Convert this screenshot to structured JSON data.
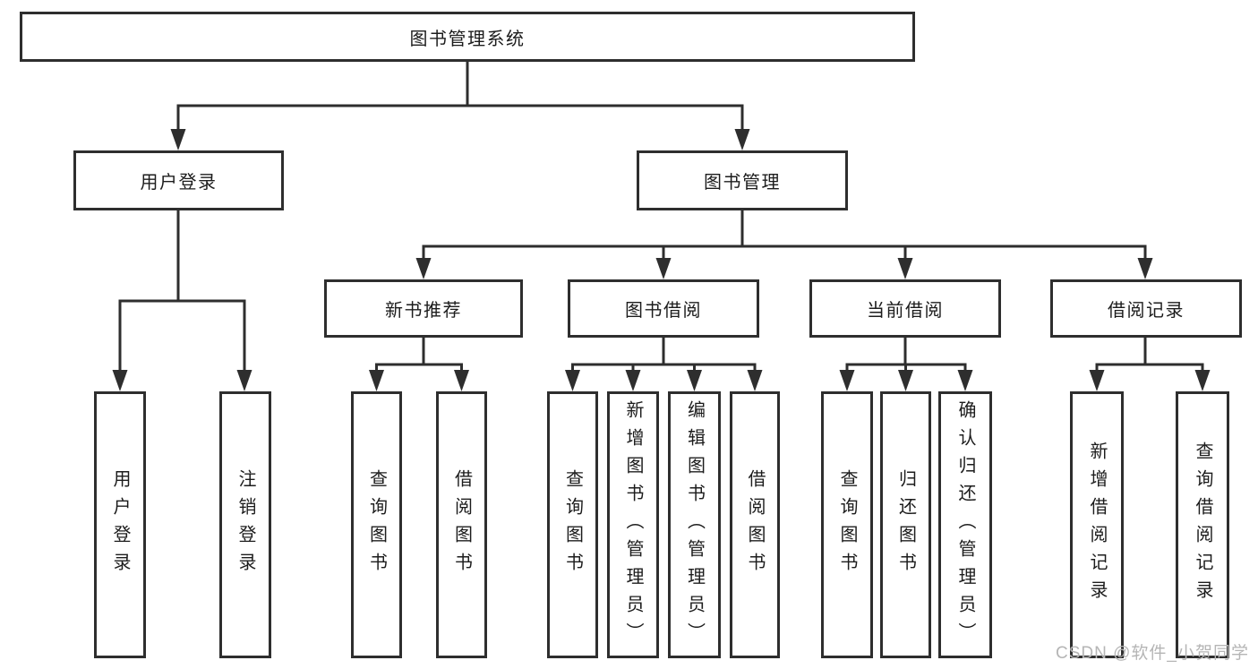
{
  "diagram": {
    "type": "tree",
    "root": {
      "label": "图书管理系统"
    },
    "level2": [
      {
        "label": "用户登录",
        "parent": "图书管理系统"
      },
      {
        "label": "图书管理",
        "parent": "图书管理系统"
      }
    ],
    "level3": [
      {
        "label": "新书推荐",
        "parent": "图书管理"
      },
      {
        "label": "图书借阅",
        "parent": "图书管理"
      },
      {
        "label": "当前借阅",
        "parent": "图书管理"
      },
      {
        "label": "借阅记录",
        "parent": "图书管理"
      }
    ],
    "level4": [
      {
        "label": "用户登录",
        "parent": "用户登录"
      },
      {
        "label": "注销登录",
        "parent": "用户登录"
      },
      {
        "label": "查询图书",
        "parent": "新书推荐"
      },
      {
        "label": "借阅图书",
        "parent": "新书推荐"
      },
      {
        "label": "查询图书",
        "parent": "图书借阅"
      },
      {
        "label": "新增图书（管理员）",
        "parent": "图书借阅"
      },
      {
        "label": "编辑图书（管理员）",
        "parent": "图书借阅"
      },
      {
        "label": "借阅图书",
        "parent": "图书借阅"
      },
      {
        "label": "查询图书",
        "parent": "当前借阅"
      },
      {
        "label": "归还图书",
        "parent": "当前借阅"
      },
      {
        "label": "确认归还（管理员）",
        "parent": "当前借阅"
      },
      {
        "label": "新增借阅记录",
        "parent": "借阅记录"
      },
      {
        "label": "查询借阅记录",
        "parent": "借阅记录"
      }
    ],
    "colors": {
      "line": "#2e2e2e",
      "box_background": "#ffffff",
      "text": "#1c1c1c"
    }
  },
  "watermark": {
    "text": "CSDN @软件_小贺同学",
    "color": "#b5b5b5"
  }
}
